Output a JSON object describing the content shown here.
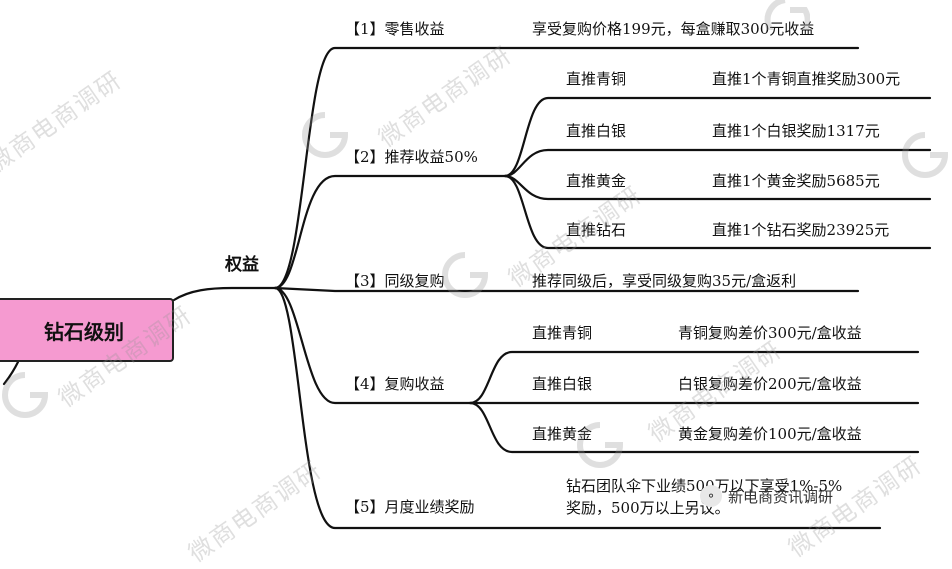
{
  "root": {
    "label": "钻石级别"
  },
  "hub": {
    "label": "权益"
  },
  "branches": [
    {
      "label": "【1】零售收益",
      "detail": "享受复购价格199元，每盒赚取300元收益"
    },
    {
      "label": "【2】推荐收益50%",
      "children": [
        {
          "label": "直推青铜",
          "detail": "直推1个青铜直推奖励300元"
        },
        {
          "label": "直推白银",
          "detail": "直推1个白银奖励1317元"
        },
        {
          "label": "直推黄金",
          "detail": "直推1个黄金奖励5685元"
        },
        {
          "label": "直推钻石",
          "detail": "直推1个钻石奖励23925元"
        }
      ]
    },
    {
      "label": "【3】同级复购",
      "detail": "推荐同级后，享受同级复购35元/盒返利"
    },
    {
      "label": "【4】复购收益",
      "children": [
        {
          "label": "直推青铜",
          "detail": "青铜复购差价300元/盒收益"
        },
        {
          "label": "直推白银",
          "detail": "白银复购差价200元/盒收益"
        },
        {
          "label": "直推黄金",
          "detail": "黄金复购差价100元/盒收益"
        }
      ]
    },
    {
      "label": "【5】月度业绩奖励",
      "detail_lines": [
        "钻石团队伞下业绩500万以下享受1%-5%",
        "奖励，500万以上另议。"
      ]
    }
  ],
  "watermark": {
    "text": "微商电商调研"
  },
  "wechat_badge": {
    "icon": "wechat-icon",
    "text": "新电商资讯调研"
  },
  "colors": {
    "root_fill": "#f59ad0",
    "line": "#111111"
  }
}
